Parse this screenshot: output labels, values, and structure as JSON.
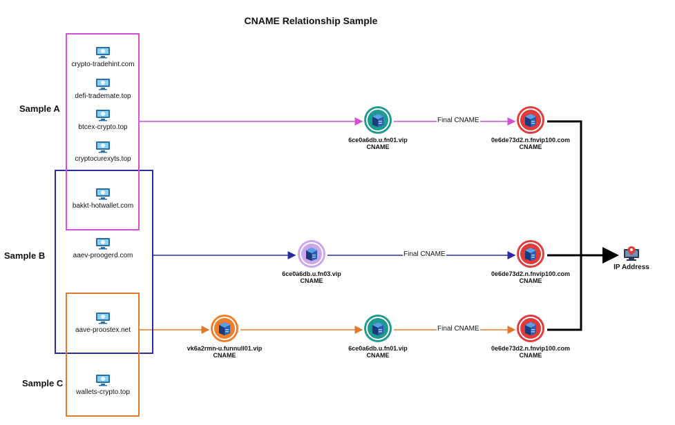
{
  "title": "CNAME Relationship Sample",
  "samples": [
    {
      "label": "Sample A",
      "color": "#d44fd4"
    },
    {
      "label": "Sample B",
      "color": "#2a2aa8"
    },
    {
      "label": "Sample C",
      "color": "#e07a2a"
    }
  ],
  "domains": [
    "crypto-tradehint.com",
    "defi-trademate.top",
    "btcex-crypto.top",
    "cryptocurexyts.top",
    "bakkt-hotwallet.com",
    "aaev-proogerd.com",
    "aave-proostex.net",
    "wallets-crypto.top"
  ],
  "nodes": {
    "a_mid": {
      "name": "6ce0a6db.u.fn01.vip",
      "type": "CNAME",
      "color": "#1f9a90"
    },
    "a_final": {
      "name": "0e6de73d2.n.fnvip100.com",
      "type": "CNAME",
      "color": "#e03a3a"
    },
    "b_mid": {
      "name": "6ce0a6db.u.fn03.vip",
      "type": "CNAME",
      "color": "#c9a6ef"
    },
    "b_final": {
      "name": "0e6de73d2.n.fnvip100.com",
      "type": "CNAME",
      "color": "#e03a3a"
    },
    "c_first": {
      "name": "vk6a2rmn-u.funnull01.vip",
      "type": "CNAME",
      "color": "#ee7f2a"
    },
    "c_mid": {
      "name": "6ce0a6db.u.fn01.vip",
      "type": "CNAME",
      "color": "#1f9a90"
    },
    "c_final": {
      "name": "0e6de73d2.n.fnvip100.com",
      "type": "CNAME",
      "color": "#e03a3a"
    }
  },
  "edge_labels": {
    "a": "Final CNAME",
    "b": "Final CNAME",
    "c": "Final CNAME"
  },
  "ip": {
    "label": "IP Address",
    "icon": "location-pin-monitor-icon"
  }
}
